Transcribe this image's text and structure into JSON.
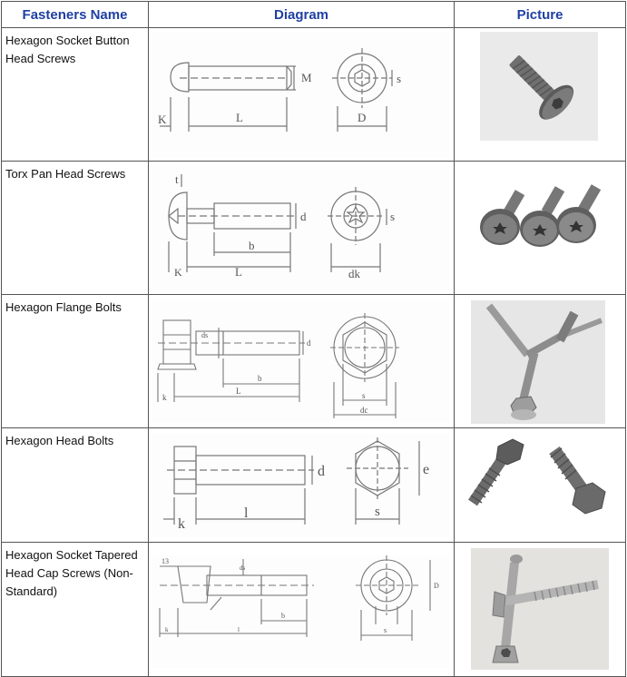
{
  "table": {
    "headers": {
      "name": "Fasteners Name",
      "diagram": "Diagram",
      "picture": "Picture"
    },
    "rows": [
      {
        "name": "Hexagon Socket Button Head Screws",
        "dims": {
          "k": "K",
          "l": "L",
          "m": "M",
          "d": "D",
          "s": "s"
        }
      },
      {
        "name": "Torx Pan Head Screws",
        "dims": {
          "t": "t",
          "b": "b",
          "d": "d",
          "k": "K",
          "l": "L",
          "s": "s",
          "dk": "dk"
        }
      },
      {
        "name": "Hexagon Flange Bolts",
        "dims": {
          "ds": "ds",
          "d": "d",
          "b": "b",
          "k": "k",
          "l": "L",
          "s": "s",
          "dc": "dc"
        }
      },
      {
        "name": "Hexagon Head Bolts",
        "dims": {
          "d": "d",
          "e": "e",
          "k": "k",
          "l": "l",
          "s": "s"
        }
      },
      {
        "name": "Hexagon Socket Tapered Head Cap Screws (Non-Standard)",
        "dims": {
          "angle": "13",
          "ds": "ds",
          "b": "b",
          "d": "D",
          "k": "k",
          "l": "l",
          "s": "s"
        }
      }
    ]
  },
  "colors": {
    "header_text": "#1f3fa3",
    "grid": "#555555",
    "drawing": "#777777",
    "metal": "#8a8a8a"
  }
}
